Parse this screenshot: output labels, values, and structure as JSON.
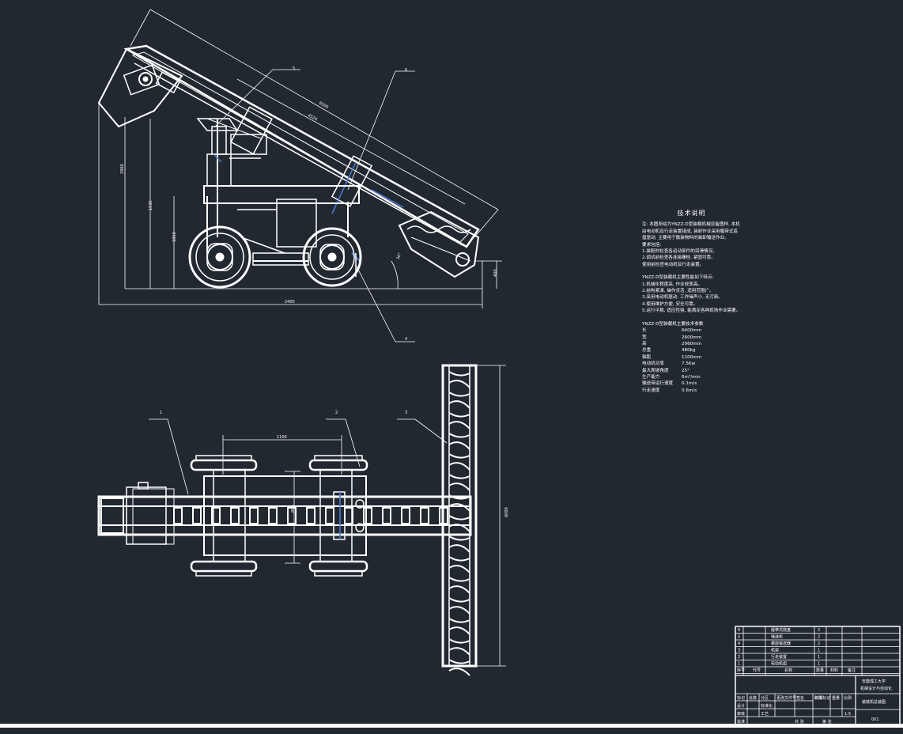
{
  "callouts": {
    "side": [
      "5",
      "6",
      "4"
    ],
    "top": [
      "1",
      "2",
      "3"
    ]
  },
  "dimensions": {
    "top_length": "6500",
    "top_length_inner": "4520",
    "height_overall": "2960",
    "height_mid": "1535",
    "height_low": "1050",
    "width_overall": "2400",
    "angle": "30°",
    "small_height": "400",
    "top_track": "1100",
    "top_width": "800",
    "auger_length": "6000"
  },
  "tech_notes": {
    "title": "技术说明",
    "intro": "注: 本图所绘为YNZZ-D型装载机械设备图样, 本机由电动机及行走装置组成, 装卸作业采用履带式底盘驱动, 主要用于散装物料的装卸输送作业。",
    "lines": [
      "要求包括:",
      "1.装配时检查各运动部件的润滑情况。",
      "2.调试前检查各连接螺栓, 紧固可靠。",
      "使用前检查电动机及行走装置。"
    ],
    "section2_title": "YNZZ-D型装载机主要性能如下特点:",
    "section2": [
      "1.机械化程度高, 作业效率高。",
      "2.结构紧凑, 操作灵活, 适用范围广。",
      "3.采用电动机驱动, 工作噪声小, 无污染。",
      "4.使用维护方便, 安全可靠。",
      "5.运行平稳, 适应性强, 能满足各种现场作业需要。"
    ],
    "section3_title": "YNZZ-D型装载机主要技术参数",
    "specs": [
      {
        "label": "长",
        "value": "6400mm"
      },
      {
        "label": "宽",
        "value": "2600mm"
      },
      {
        "label": "高",
        "value": "2960mm"
      },
      {
        "label": "总重",
        "value": "480kg"
      },
      {
        "label": "轴距",
        "value": "1100mm"
      },
      {
        "label": "电动机功率",
        "value": "7.5Kw"
      },
      {
        "label": "最大爬坡角度",
        "value": "25°"
      },
      {
        "label": "生产能力",
        "value": "6m³/min"
      },
      {
        "label": "输送带运行速度",
        "value": "0.1m/s"
      },
      {
        "label": "行走速度",
        "value": "0.6m/s"
      }
    ]
  },
  "title_block": {
    "parts": [
      {
        "no": "6",
        "name": "履带式底盘",
        "qty": "2"
      },
      {
        "no": "5",
        "name": "输送机",
        "qty": "2"
      },
      {
        "no": "4",
        "name": "螺旋输送器",
        "qty": "2"
      },
      {
        "no": "3",
        "name": "机架",
        "qty": "1"
      },
      {
        "no": "2",
        "name": "行走装置",
        "qty": "1"
      },
      {
        "no": "1",
        "name": "电动机组",
        "qty": "1"
      }
    ],
    "header": [
      "序号",
      "代号",
      "名称",
      "数量",
      "材料",
      "备注"
    ],
    "school": "安徽理工大学",
    "dept": "机械设计与自动化",
    "drawing_title": "装载机总装图",
    "drawing_no": "001",
    "labels": [
      "标记",
      "处数",
      "分区",
      "更改文件号",
      "签名",
      "日期",
      "设计",
      "标准化",
      "阶段标记",
      "重量",
      "比例",
      "审核",
      "工艺",
      "批准",
      "共 张",
      "第 张"
    ],
    "scale": "1:5"
  }
}
